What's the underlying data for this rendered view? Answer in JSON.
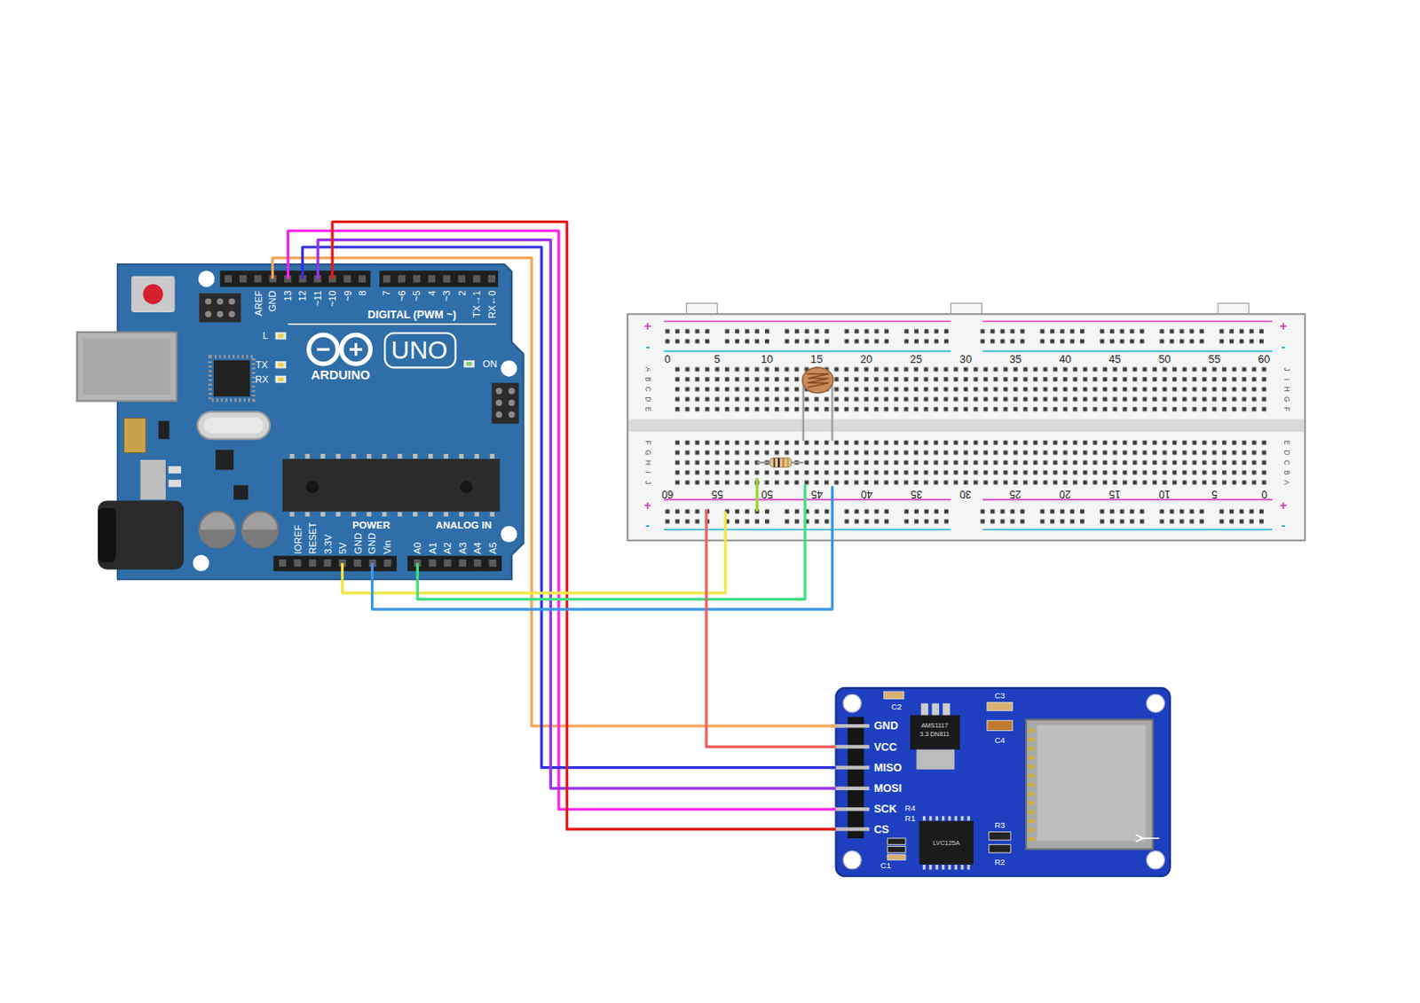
{
  "diagram": {
    "nodes": [
      {
        "text": [
          "AREF",
          "GND",
          "13",
          "12",
          "~11",
          "~10",
          "~9",
          "8",
          "7",
          "~6",
          "~5",
          "4",
          "~3",
          "2",
          "TX→1",
          "RX←0",
          "DIGITAL (PWM ~)",
          "L",
          "TX",
          "RX",
          "ARDUINO",
          "UNO",
          "ON",
          "IOREF",
          "RESET",
          "3.3V",
          "5V",
          "GND",
          "GND",
          "Vin",
          "POWER",
          "ANALOG IN",
          "A0",
          "A1",
          "A2",
          "A3",
          "A4",
          "A5"
        ]
      },
      {
        "text": [
          "+",
          "-",
          "+",
          "-",
          "0",
          "5",
          "10",
          "15",
          "20",
          "25",
          "30",
          "35",
          "40",
          "45",
          "50",
          "55",
          "60",
          "A",
          "B",
          "C",
          "D",
          "E",
          "J",
          "I",
          "H",
          "G",
          "F",
          "F",
          "G",
          "H",
          "I",
          "J",
          "E",
          "D",
          "C",
          "B",
          "A",
          "60",
          "55",
          "50",
          "45",
          "40",
          "35",
          "30",
          "25",
          "20",
          "15",
          "10",
          "5",
          "0",
          "+",
          "-",
          "+",
          "-"
        ]
      },
      {
        "text": [
          "GND",
          "VCC",
          "MISO",
          "MOSI",
          "SCK",
          "CS",
          "C3",
          "C4",
          "C2",
          "R4",
          "R1",
          "R3",
          "R2",
          "C1",
          "AMS1117",
          "3.3 DN811",
          "LVC125A"
        ]
      }
    ],
    "edges": [
      {
        "from": 0,
        "to": 2,
        "arrow": "none"
      },
      {
        "from": 0,
        "to": 2,
        "arrow": "none"
      },
      {
        "from": 0,
        "to": 2,
        "arrow": "none"
      },
      {
        "from": 0,
        "to": 2,
        "arrow": "none"
      },
      {
        "from": 0,
        "to": 2,
        "arrow": "none"
      },
      {
        "from": 0,
        "to": 1,
        "arrow": "none"
      },
      {
        "from": 0,
        "to": 1,
        "arrow": "none"
      },
      {
        "from": 0,
        "to": 1,
        "arrow": "none"
      },
      {
        "from": 1,
        "to": 2,
        "arrow": "none"
      }
    ]
  }
}
